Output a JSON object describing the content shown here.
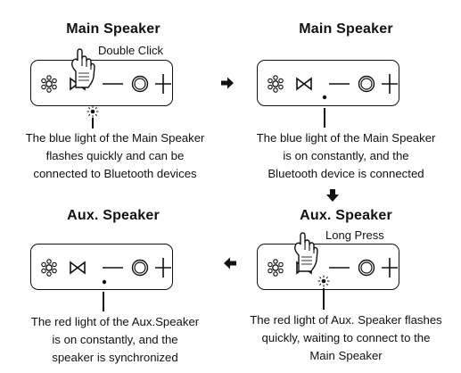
{
  "panels": [
    {
      "title": "Main Speaker",
      "callout": "Double Click",
      "caption_lines": [
        "The blue light of the Main Speaker",
        "flashes quickly and can be",
        "connected to Bluetooth devices"
      ]
    },
    {
      "title": "Main Speaker",
      "caption_lines": [
        "The blue light of the Main Speaker",
        "is on constantly, and the",
        "Bluetooth device is connected"
      ]
    },
    {
      "title": "Aux. Speaker",
      "caption_lines": [
        "The red light of the Aux.Speaker",
        "is on constantly, and the",
        "speaker is synchronized"
      ]
    },
    {
      "title": "Aux. Speaker",
      "callout": "Long Press",
      "caption_lines": [
        "The red light of Aux. Speaker flashes",
        "quickly, waiting to connect to the",
        "Main Speaker"
      ]
    }
  ],
  "icons": {
    "device_buttons": [
      "light-icon",
      "bluetooth-icon",
      "minus-icon",
      "power-icon",
      "plus-icon"
    ],
    "led_states": [
      "flashing",
      "steady",
      "steady",
      "flashing"
    ],
    "flow_arrows": [
      "right-arrow",
      "down-arrow",
      "left-arrow"
    ]
  }
}
